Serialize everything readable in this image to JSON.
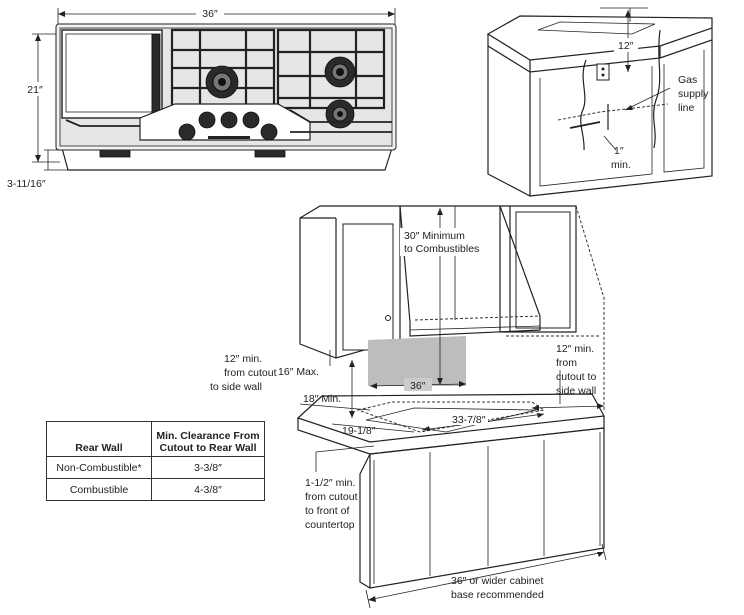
{
  "cooktop": {
    "width_label": "36″",
    "depth_label": "21″",
    "height_label": "3-11/16″"
  },
  "gas_detail": {
    "top_clearance": "12″",
    "supply_label": [
      "Gas",
      "supply",
      "line"
    ],
    "min_label": [
      "1″",
      "min."
    ]
  },
  "install": {
    "hood_clearance": [
      "30″ Minimum",
      "to Combustibles"
    ],
    "left_side": [
      "12″ min.",
      "from cutout",
      "to side wall"
    ],
    "max_depth": "16″ Max.",
    "hood_width": "36″",
    "right_side": [
      "12″ min.",
      "from",
      "cutout to",
      "side wall"
    ],
    "min_height": "18″ Min.",
    "cutout_depth": "19-1/8″",
    "cutout_width": "33-7/8″",
    "front_clearance": [
      "1-1/2″ min.",
      "from cutout",
      "to front of",
      "countertop"
    ],
    "base_note": [
      "36″ or wider cabinet",
      "base recommended"
    ]
  },
  "table": {
    "header": [
      "Rear Wall",
      "Min. Clearance From\nCutout to Rear Wall"
    ],
    "rows": [
      [
        "Non-Combustible*",
        "3-3/8″"
      ],
      [
        "Combustible",
        "4-3/8″"
      ]
    ]
  }
}
